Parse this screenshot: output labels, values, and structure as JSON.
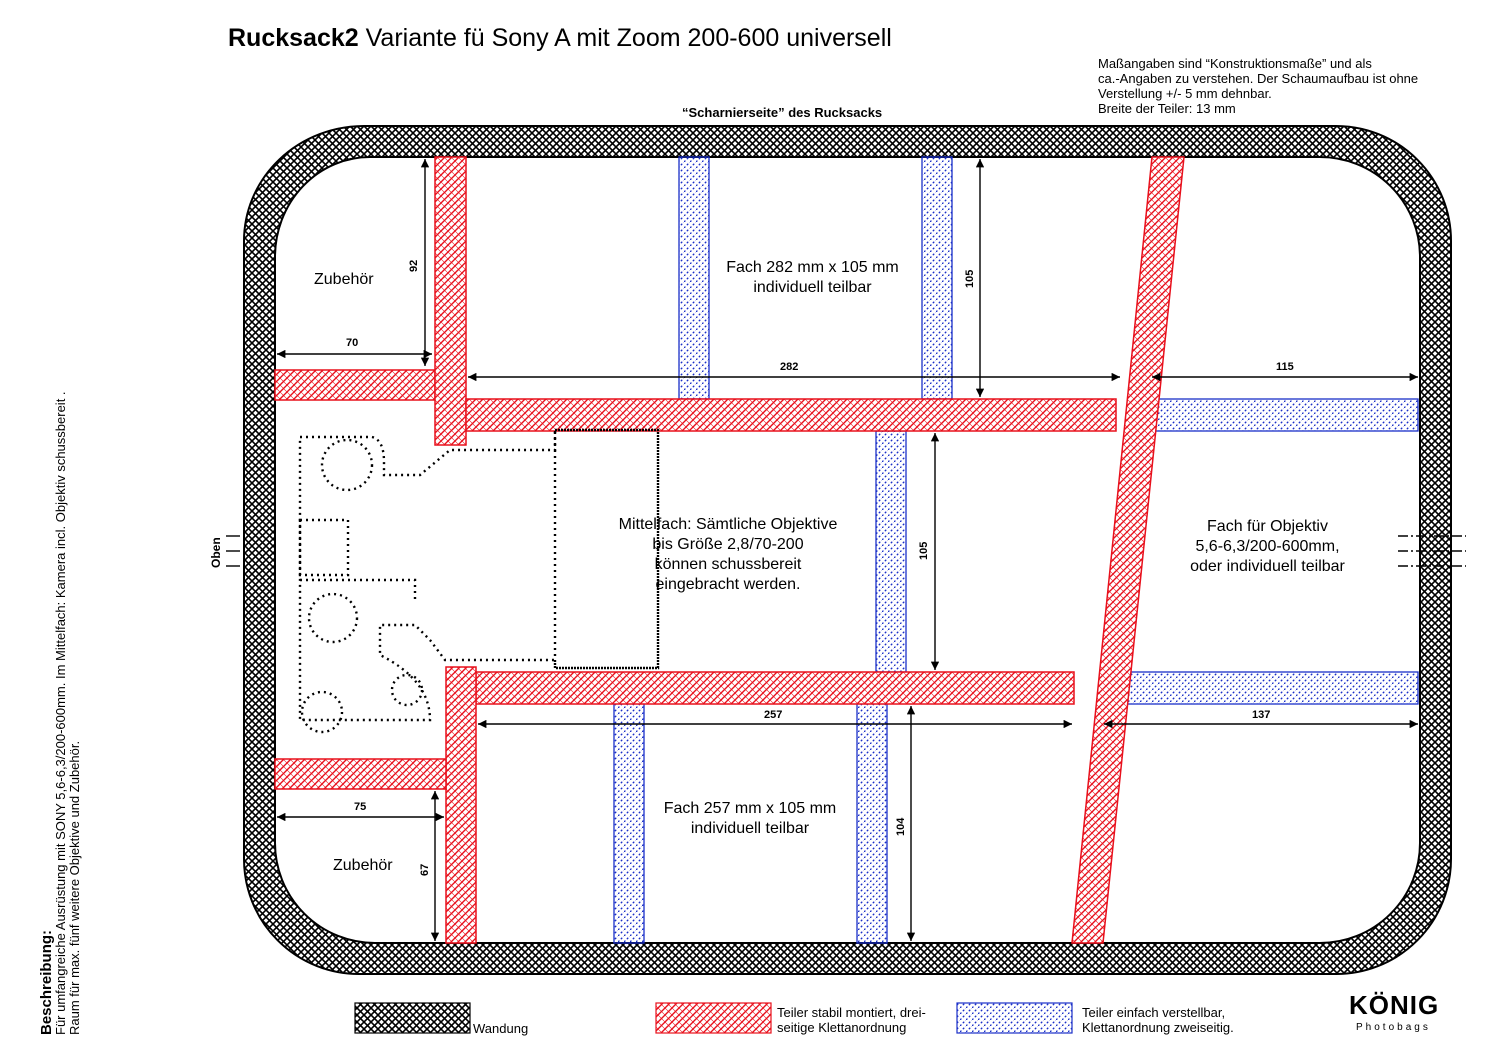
{
  "title": {
    "bold": "Rucksack2",
    "rest": " Variante fü Sony A mit Zoom 200-600 universell"
  },
  "notes": [
    "Maßangaben sind “Konstruktionsmaße” und als",
    "ca.-Angaben zu verstehen. Der Schaumaufbau ist ohne",
    "Verstellung +/- 5 mm dehnbar.",
    "Breite der Teiler: 13 mm"
  ],
  "hinge_label": "“Scharnierseite” des Rucksacks",
  "compartments": {
    "zubehoer_top": "Zubehör",
    "zubehoer_bottom": "Zubehör",
    "fach_top_line1": "Fach 282 mm x 105 mm",
    "fach_top_line2": "individuell teilbar",
    "mittel_line1": "Mittelfach: Sämtliche Objektive",
    "mittel_line2": "bis Größe 2,8/70-200",
    "mittel_line3": "können schussbereit",
    "mittel_line4": "eingebracht werden.",
    "objektiv_line1": "Fach für Objektiv",
    "objektiv_line2": "5,6-6,3/200-600mm,",
    "objektiv_line3": "oder individuell teilbar",
    "fach_bottom_line1": "Fach 257 mm x 105 mm",
    "fach_bottom_line2": "individuell teilbar"
  },
  "dimensions": {
    "d92": "92",
    "d70": "70",
    "d282": "282",
    "d105_top": "105",
    "d115": "115",
    "d105_mid": "105",
    "d257": "257",
    "d137": "137",
    "d104": "104",
    "d75": "75",
    "d67": "67"
  },
  "side_label": "Oben",
  "description": {
    "heading": "Beschreibung:",
    "line1": "Für umfangreiche Ausrüstung mit SONY 5,6-6,3/200-600mm. Im Mittelfach: Kamera incl. Objektiv schussbereit .",
    "line2": "Raum für max. fünf weitere Objektive und Zubehör."
  },
  "legend": {
    "wall": "Wandung",
    "red_line1": "Teiler stabil montiert, drei-",
    "red_line2": "seitige Klettanordnung",
    "blue_line1": "Teiler einfach verstellbar,",
    "blue_line2": "Klettanordnung zweiseitig."
  },
  "logo": {
    "name": "KÖNIG",
    "sub": "Photobags"
  },
  "colors": {
    "wall": "#000000",
    "fixed_divider": "#e8101c",
    "adjustable_divider": "#1a2fc8"
  }
}
